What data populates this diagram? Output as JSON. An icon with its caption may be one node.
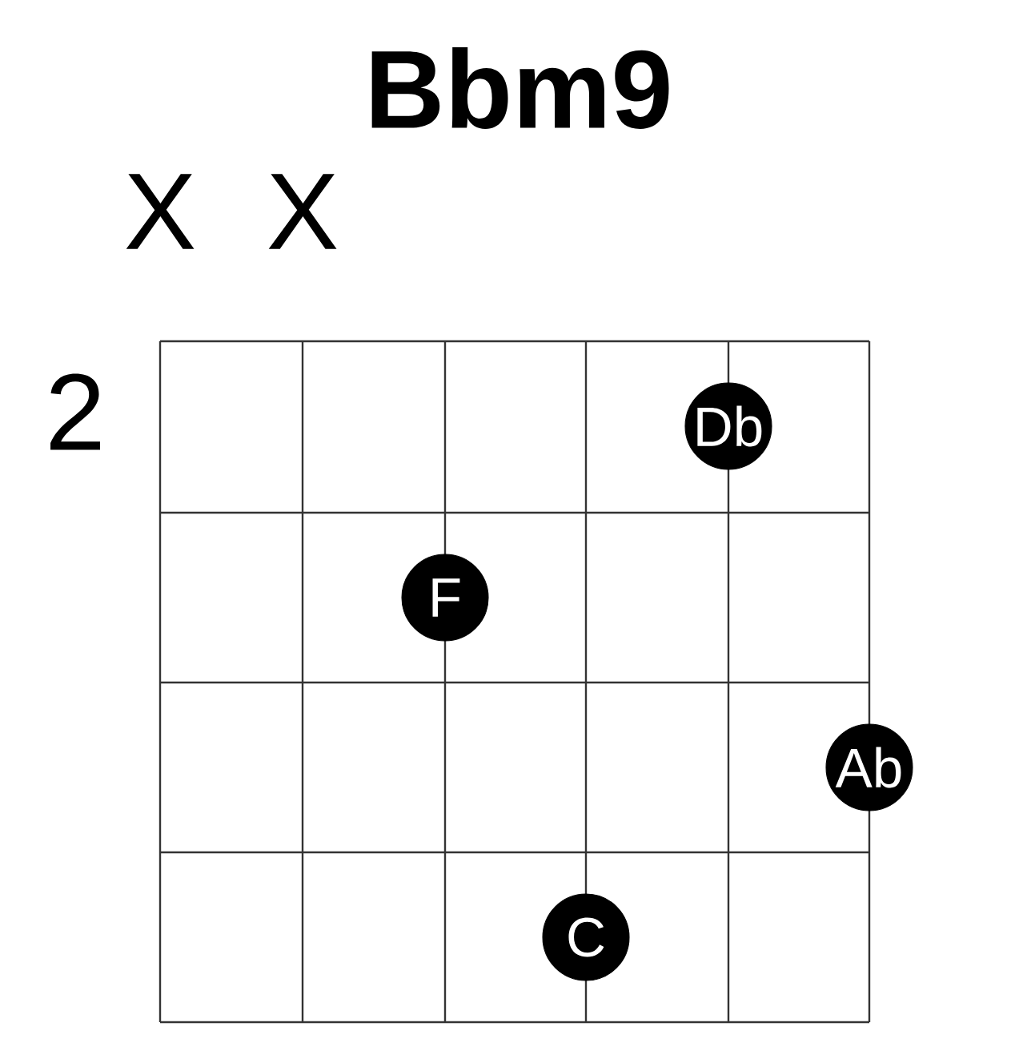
{
  "diagram": {
    "title": "Bbm9",
    "nodes": [
      {
        "text": [
          "Db"
        ]
      },
      {
        "text": [
          "F"
        ]
      },
      {
        "text": [
          "Ab"
        ]
      },
      {
        "text": [
          "C"
        ]
      }
    ],
    "labels": [
      "X",
      "X",
      "2"
    ]
  }
}
